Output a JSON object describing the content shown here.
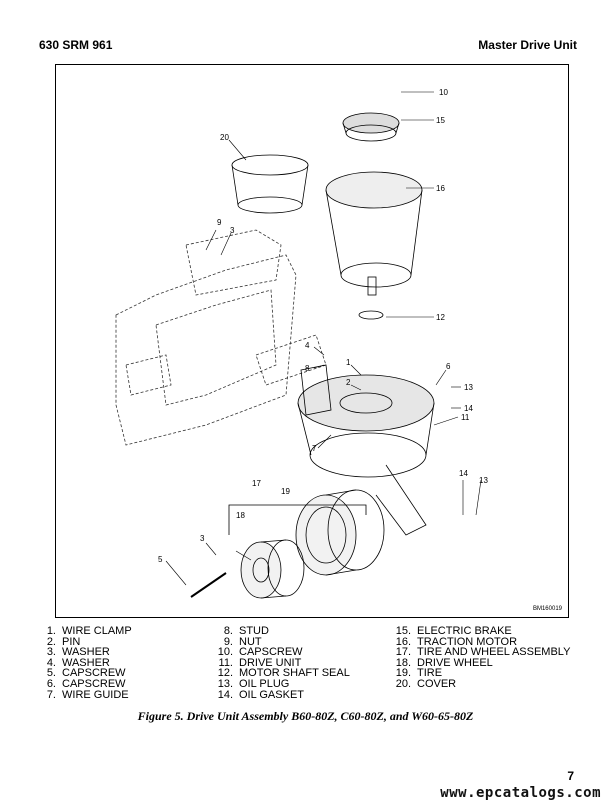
{
  "header": {
    "left": "630 SRM 961",
    "right": "Master Drive Unit"
  },
  "figure": {
    "code": "BM160019"
  },
  "callouts": [
    "10",
    "15",
    "20",
    "16",
    "9",
    "3",
    "12",
    "4",
    "8",
    "1",
    "2",
    "6",
    "13",
    "14",
    "11",
    "7",
    "17",
    "19",
    "18",
    "14",
    "13",
    "3",
    "5"
  ],
  "legend": {
    "col1": [
      {
        "num": "1.",
        "label": "WIRE CLAMP"
      },
      {
        "num": "2.",
        "label": "PIN"
      },
      {
        "num": "3.",
        "label": "WASHER"
      },
      {
        "num": "4.",
        "label": "WASHER"
      },
      {
        "num": "5.",
        "label": "CAPSCREW"
      },
      {
        "num": "6.",
        "label": "CAPSCREW"
      },
      {
        "num": "7.",
        "label": "WIRE GUIDE"
      }
    ],
    "col2": [
      {
        "num": "8.",
        "label": "STUD"
      },
      {
        "num": "9.",
        "label": "NUT"
      },
      {
        "num": "10.",
        "label": "CAPSCREW"
      },
      {
        "num": "11.",
        "label": "DRIVE UNIT"
      },
      {
        "num": "12.",
        "label": "MOTOR SHAFT SEAL"
      },
      {
        "num": "13.",
        "label": "OIL PLUG"
      },
      {
        "num": "14.",
        "label": "OIL GASKET"
      }
    ],
    "col3": [
      {
        "num": "15.",
        "label": "ELECTRIC BRAKE"
      },
      {
        "num": "16.",
        "label": "TRACTION MOTOR"
      },
      {
        "num": "17.",
        "label": "TIRE AND WHEEL ASSEMBLY"
      },
      {
        "num": "18.",
        "label": "DRIVE WHEEL"
      },
      {
        "num": "19.",
        "label": "TIRE"
      },
      {
        "num": "20.",
        "label": "COVER"
      }
    ]
  },
  "caption": "Figure 5. Drive Unit Assembly B60-80Z, C60-80Z, and W60-65-80Z",
  "page_number": "7",
  "watermark": "www.epcatalogs.com"
}
